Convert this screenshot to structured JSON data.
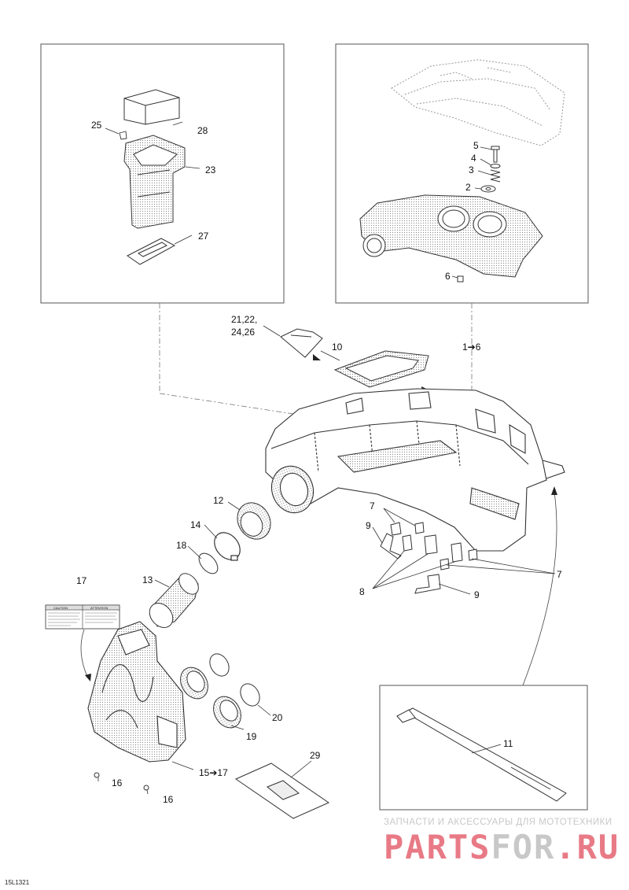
{
  "document_id": "15L1321",
  "labels": {
    "p1": "1➔6",
    "p2": "2",
    "p3": "3",
    "p4": "4",
    "p5": "5",
    "p6": "6",
    "p7a": "7",
    "p7b": "7",
    "p8": "8",
    "p9a": "9",
    "p9b": "9",
    "p10": "10",
    "p11": "11",
    "p12": "12",
    "p13": "13",
    "p14": "14",
    "p15": "15➔17",
    "p16a": "16",
    "p16b": "16",
    "p17": "17",
    "p18": "18",
    "p19": "19",
    "p20": "20",
    "p21": "21,22,\n24,26",
    "p23": "23",
    "p25": "25",
    "p27": "27",
    "p28": "28",
    "p29": "29"
  },
  "warning_label": {
    "caution": "CAUTION",
    "attention": "ATTENTION"
  },
  "watermark": {
    "tagline": "ЗАПЧАСТИ И АКСЕССУАРЫ ДЛЯ МОТОТЕХНИКИ",
    "brand_a": "PARTS",
    "brand_b": "FOR",
    "brand_c": ".RU"
  },
  "colors": {
    "watermark_pink": "#e87a86",
    "watermark_grey": "#c8c8c8",
    "line": "#333333"
  }
}
